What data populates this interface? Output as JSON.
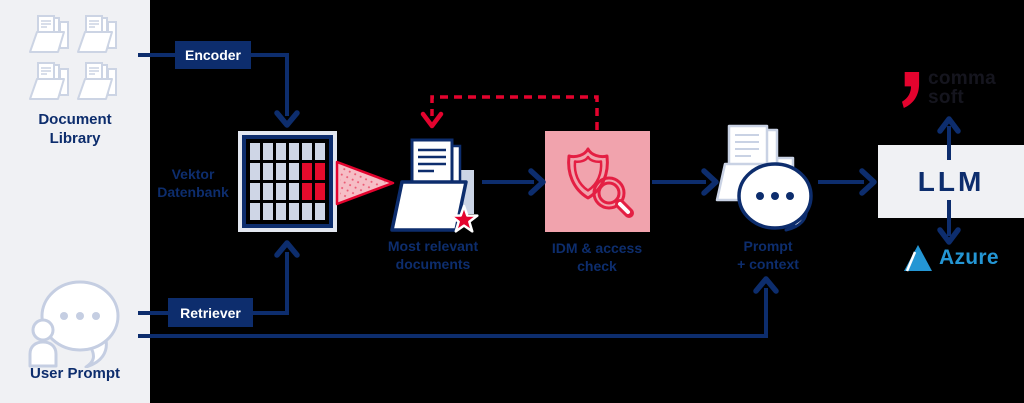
{
  "colors": {
    "navy": "#0d2d6d",
    "red": "#e4032e",
    "pink_box": "#f1a3ad",
    "pink_triangle": "#f6bdc5",
    "panel_gray": "#f0f1f4",
    "light_outline": "#c9d2e4",
    "cell_gray": "#cfd6e6",
    "cell_red": "#e50b2c",
    "azure_blue": "#2496d4",
    "commasoft_dark": "#15151e"
  },
  "panel": {
    "document_library": "Document Library",
    "user_prompt": "User Prompt"
  },
  "nodes": {
    "encoder": "Encoder",
    "retriever": "Retriever",
    "vektor": {
      "line1": "Vektor",
      "line2": "Datenbank"
    },
    "most_relevant": {
      "line1": "Most relevant",
      "line2": "documents"
    },
    "idm": {
      "line1": "IDM & access",
      "line2": "check"
    },
    "prompt_context": {
      "line1": "Prompt",
      "line2": "+ context"
    },
    "llm": "LLM"
  },
  "logos": {
    "commasoft": {
      "line1": "comma",
      "line2": "soft"
    },
    "azure": "Azure"
  },
  "grid": {
    "rows": 4,
    "cols": 6,
    "red_cells": [
      [
        1,
        4
      ],
      [
        1,
        5
      ],
      [
        2,
        4
      ],
      [
        2,
        5
      ]
    ]
  }
}
